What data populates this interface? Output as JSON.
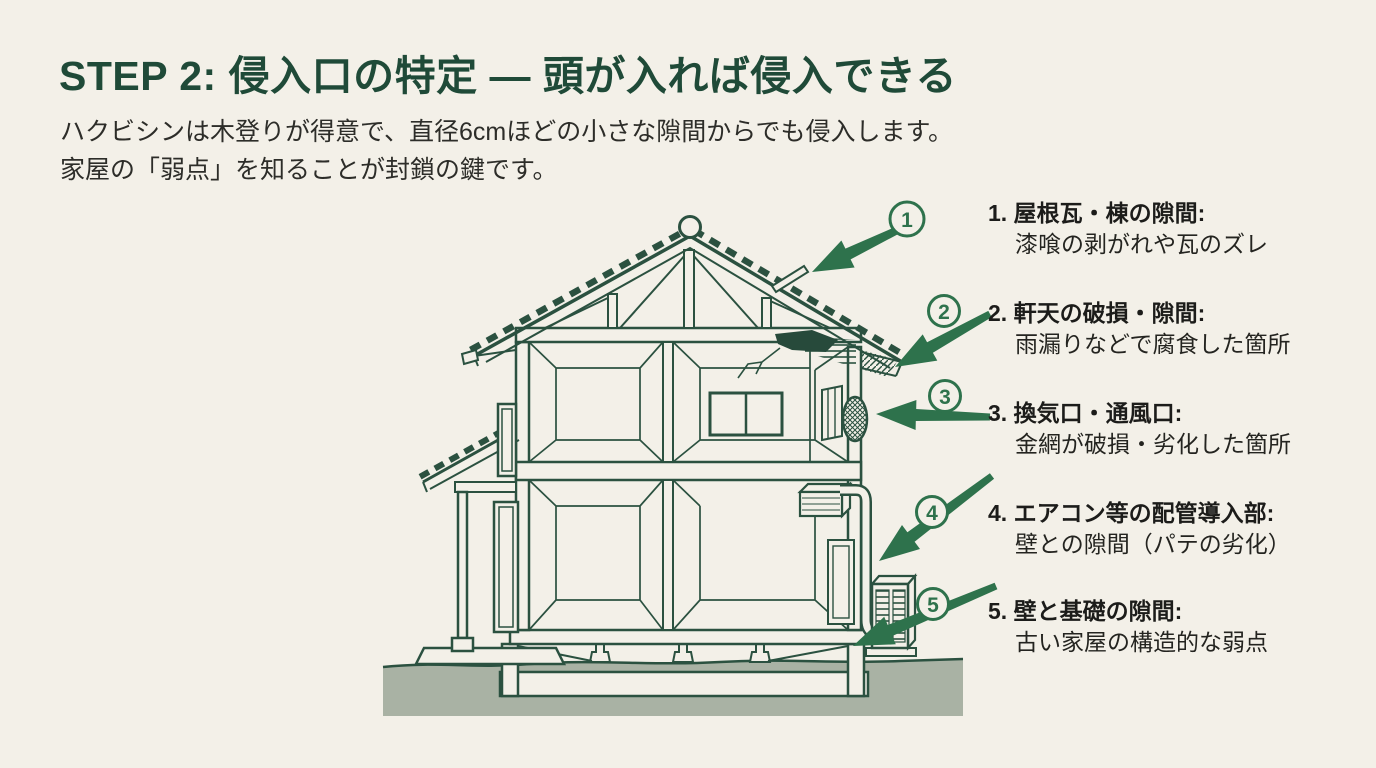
{
  "page": {
    "background_color": "#f3f0e8",
    "accent_color": "#2e724c",
    "line_color": "#2b5140"
  },
  "header": {
    "title": "STEP 2: 侵入口の特定 — 頭が入れば侵入できる",
    "subtitle_line1": "ハクビシンは木登りが得意で、直径6cmほどの小さな隙間からでも侵入します。",
    "subtitle_line2": "家屋の「弱点」を知ることが封鎖の鍵です。"
  },
  "diagram": {
    "type": "house-cross-section",
    "ground_color": "#a9b2a4",
    "markers": [
      {
        "number": "1"
      },
      {
        "number": "2"
      },
      {
        "number": "3"
      },
      {
        "number": "4"
      },
      {
        "number": "5"
      }
    ]
  },
  "legend": {
    "items": [
      {
        "heading": "1. 屋根瓦・棟の隙間:",
        "description": "漆喰の剥がれや瓦のズレ"
      },
      {
        "heading": "2. 軒天の破損・隙間:",
        "description": "雨漏りなどで腐食した箇所"
      },
      {
        "heading": "3. 換気口・通風口:",
        "description": "金網が破損・劣化した箇所"
      },
      {
        "heading": "4. エアコン等の配管導入部:",
        "description": "壁との隙間（パテの劣化）"
      },
      {
        "heading": "5. 壁と基礎の隙間:",
        "description": "古い家屋の構造的な弱点"
      }
    ]
  }
}
